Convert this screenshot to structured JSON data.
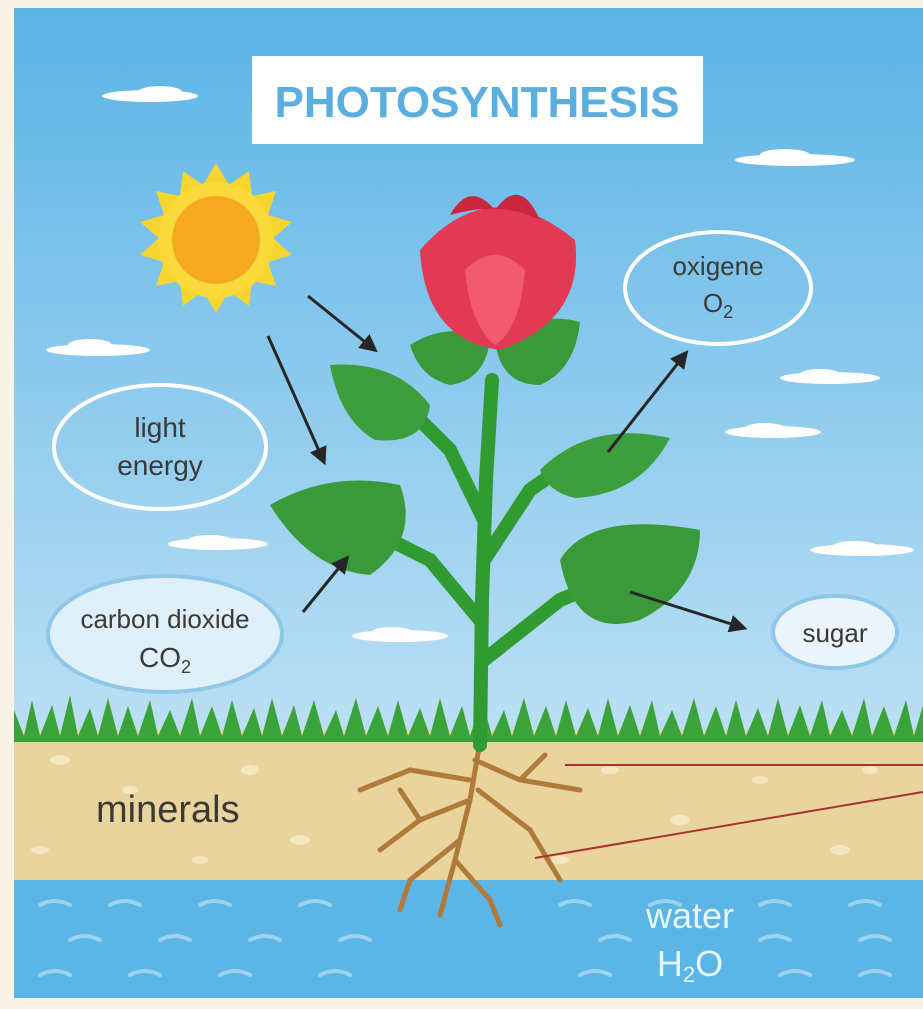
{
  "title": "PHOTOSYNTHESIS",
  "labels": {
    "light": [
      "light",
      "energy"
    ],
    "oxygen": {
      "name": "oxigene",
      "formula": "O",
      "subscript": "2"
    },
    "carbon": {
      "name": "carbon dioxide",
      "formula": "CO",
      "subscript": "2"
    },
    "sugar": "sugar",
    "minerals": "minerals",
    "water": {
      "name": "water",
      "formula_pre": "H",
      "subscript": "2",
      "formula_post": "O"
    }
  },
  "colors": {
    "sky_top": "#5ab3e6",
    "sky_bottom": "#d9eef9",
    "title_text": "#5aaee0",
    "sun": "#f7d531",
    "sun_core": "#f6a821",
    "flower": "#e23a55",
    "leaf": "#3a9a3a",
    "stem": "#2f9b30",
    "soil": "#e8d49c",
    "water": "#5bb5e5",
    "root": "#b07a3a",
    "oval_white": "#ffffff",
    "oval_blue": "#8fc7e8"
  }
}
